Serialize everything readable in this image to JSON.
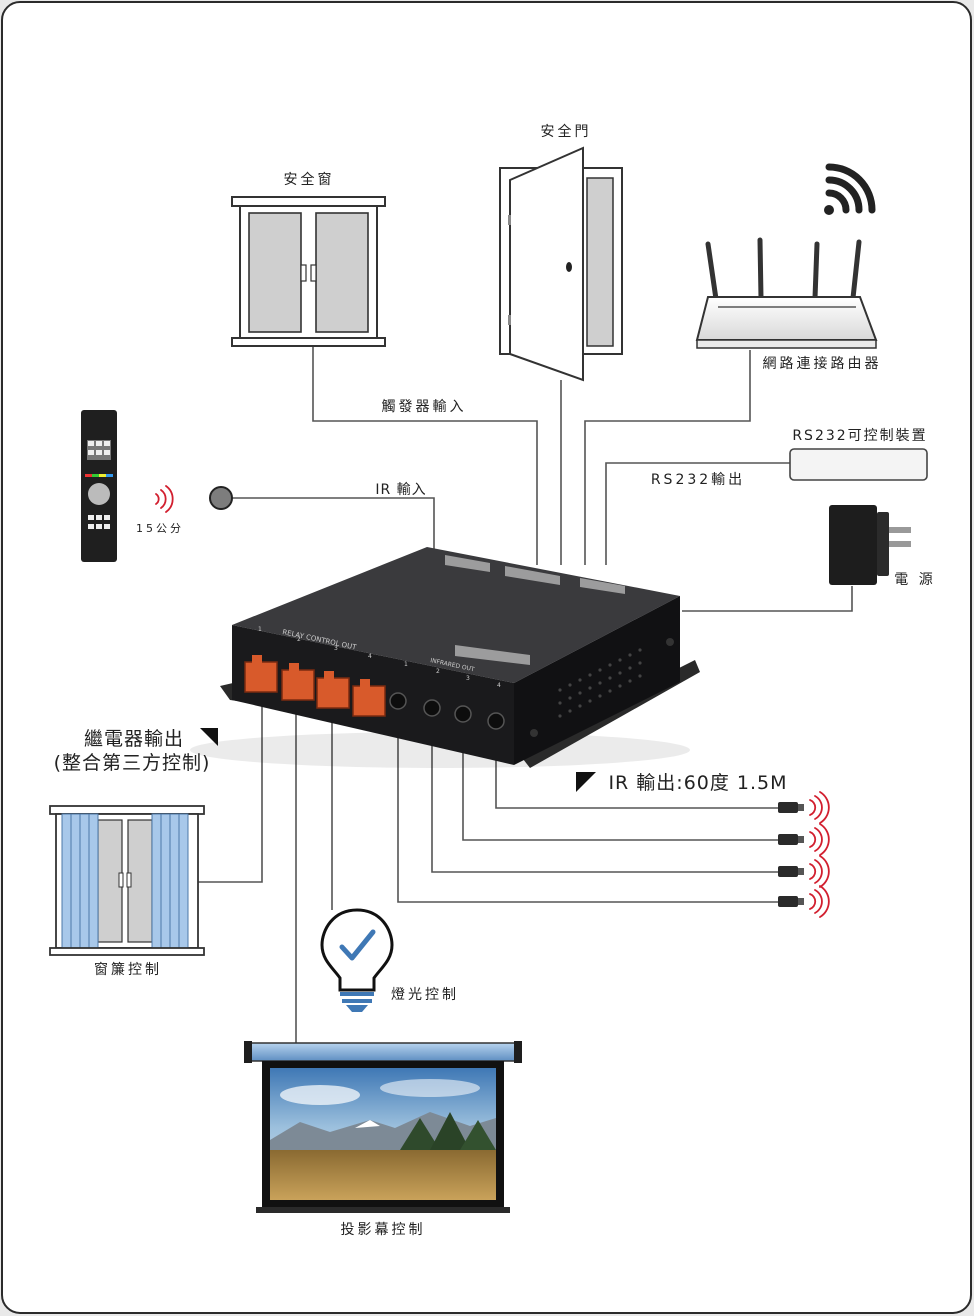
{
  "labels": {
    "safety_window": "安全窗",
    "safety_door": "安全門",
    "router": "網路連接路由器",
    "trigger_input": "觸發器輸入",
    "rs232_device": "RS232可控制裝置",
    "rs232_output": "RS232輸出",
    "ir_input": "IR 輸入",
    "distance": "15公分",
    "power": "電 源",
    "relay_output_line1": "繼電器輸出",
    "relay_output_line2": "(整合第三方控制)",
    "ir_output": "IR 輸出:60度 1.5M",
    "curtain_control": "窗簾控制",
    "light_control": "燈光控制",
    "screen_control": "投影幕控制"
  },
  "device": {
    "relay_label": "RELAY CONTROL OUT",
    "ir_out_label": "INFRARED OUT",
    "relay_port_numbers": [
      "1",
      "2",
      "3",
      "4"
    ],
    "ir_port_numbers": [
      "1",
      "2",
      "3",
      "4"
    ]
  },
  "colors": {
    "background": "#ffffff",
    "frame": "#2b2b2b",
    "device_body": "#1c1c1e",
    "relay_port": "#e2582a",
    "curtain": "#a8c8ea",
    "line": "#555555"
  }
}
